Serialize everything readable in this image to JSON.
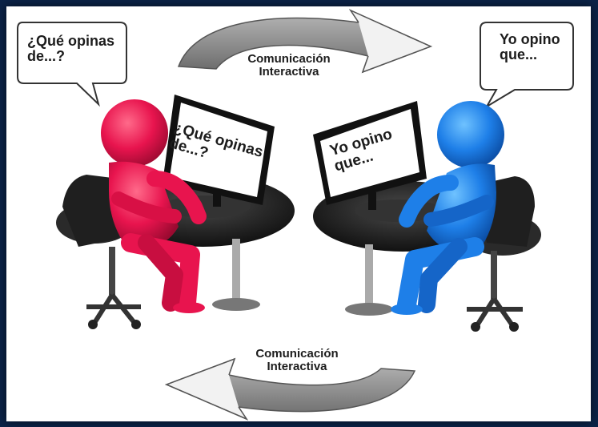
{
  "bubble_left": "¿Qué opinas\nde...?",
  "bubble_right": "Yo opino\nque...",
  "screen_left": "¿Qué opinas\nde...?",
  "screen_right": "Yo opino\nque...",
  "top_caption": "Comunicación\nInteractiva",
  "bottom_caption": "Comunicación\nInteractiva",
  "colors": {
    "background": "#0b2348",
    "person_left": "#e8144e",
    "person_right": "#1e7fe8",
    "arrow": "#8a8a8a",
    "furniture": "#222222"
  },
  "icons": [
    "circular-arrow-icon",
    "speech-bubble-icon",
    "computer-monitor-icon",
    "desk-icon",
    "office-chair-icon",
    "person-figure-icon"
  ]
}
